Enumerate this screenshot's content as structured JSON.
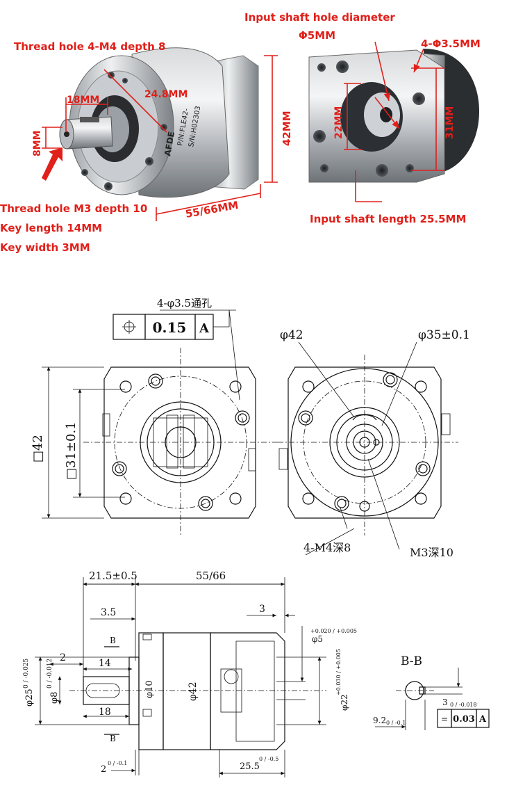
{
  "photo_labels": {
    "thread_hole_m4": "Thread hole 4-M4 depth 8",
    "dim_18": "18MM",
    "dim_24_8": "24.8MM",
    "dim_8": "8MM",
    "dim_42": "42MM",
    "dim_55_66": "55/66MM",
    "thread_hole_m3": "Thread hole M3 depth 10",
    "key_length": "Key length 14MM",
    "key_width": "Key width 3MM",
    "input_shaft_hole": "Input shaft hole diameter",
    "phi5": "Φ5MM",
    "phi35_holes": "4-Φ3.5MM",
    "dim_22": "22MM",
    "dim_31": "31MM",
    "input_shaft_length": "Input shaft length 25.5MM",
    "gearbox_print_1": "P/N:FLE42-",
    "gearbox_print_2": "S/N:H02303",
    "brand": "AFDE"
  },
  "front_view": {
    "holes_label": "4-φ3.5通孔",
    "tolerance_value": "0.15",
    "datum": "A",
    "square_42": "□42",
    "square_31": "□31±0.1"
  },
  "rear_view": {
    "dia_42": "φ42",
    "dia_35": "φ35±0.1",
    "m4_label": "4-M4深8",
    "m3_label": "M3深10"
  },
  "side_view": {
    "dim_21_5": "21.5±0.5",
    "dim_55_66": "55/66",
    "dim_3_5": "3.5",
    "dim_3": "3",
    "section_mark": "B",
    "dim_2": "2",
    "dim_14": "14",
    "dim_18": "18",
    "dia_25": "φ25",
    "dia_25_tol": "0 / -0.025",
    "dia_8": "φ8",
    "dia_8_tol": "0 / -0.012",
    "dia_10": "φ10",
    "dia_42": "φ42",
    "dia_5": "φ5",
    "dia_5_tol": "+0.020 / +0.005",
    "dia_22": "φ22",
    "dia_22_tol": "+0.030 / +0.005",
    "dim_2_0_1": "2",
    "dim_2_tol": "0 / -0.1",
    "dim_25_5": "25.5",
    "dim_25_5_tol": "0 / -0.5"
  },
  "section_view": {
    "title": "B-B",
    "dim_3": "3",
    "dim_3_tol": "0 / -0.018",
    "dim_9_2": "9.2",
    "dim_9_2_tol": "0 / -0.1",
    "tolerance_value": "0.03",
    "datum": "A"
  }
}
